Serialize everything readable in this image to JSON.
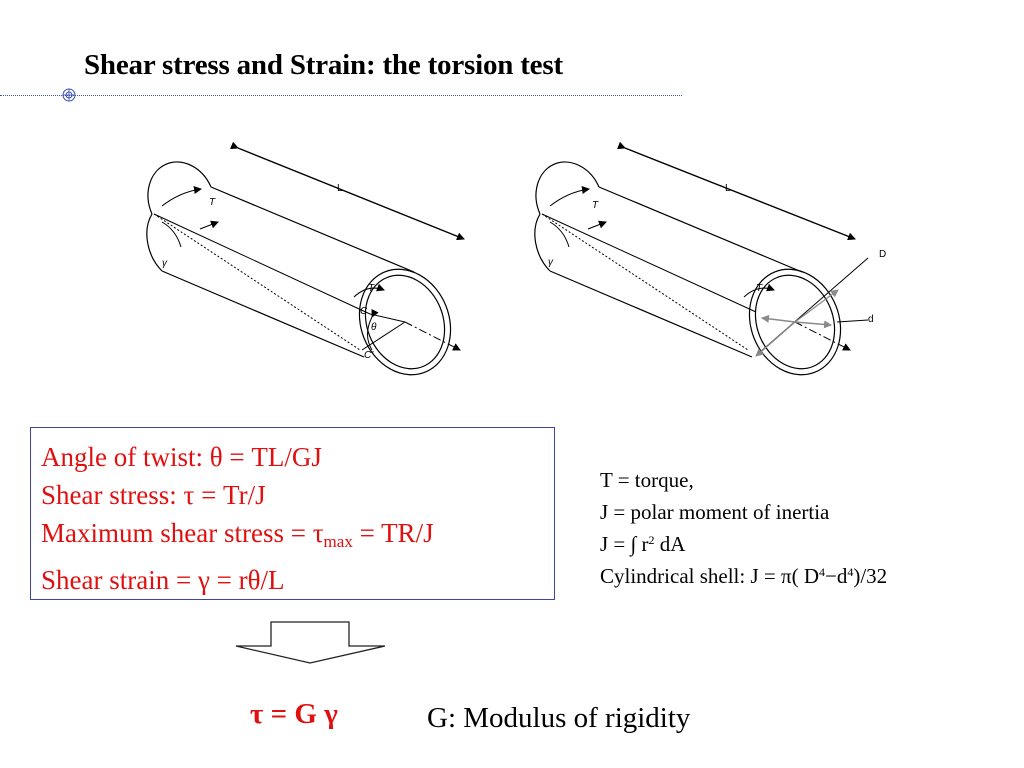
{
  "slide": {
    "title": "Shear stress and Strain: the torsion test"
  },
  "figure": {
    "left_cylinder": {
      "length_label": "L",
      "torque_top_label": "T",
      "gamma_label": "γ",
      "torque_end_label": "T",
      "c_label": "C",
      "theta_label": "θ",
      "c_prime_label": "C’"
    },
    "right_cylinder": {
      "length_label": "L",
      "torque_top_label": "T",
      "gamma_label": "γ",
      "torque_end_label": "T",
      "outer_diameter_label": "D",
      "inner_diameter_label": "d"
    }
  },
  "formulas": {
    "angle_prefix": "Angle of twist: ",
    "angle_eq": "θ = TL/GJ",
    "shear_prefix": "Shear stress: ",
    "shear_eq": "τ = Tr/J",
    "max_prefix": "Maximum shear stress = ",
    "max_tau": "τ",
    "max_sub": "max",
    "max_eq": " = TR/J",
    "strain_prefix": "Shear strain = ",
    "strain_eq": "γ = rθ/L"
  },
  "definitions": {
    "torque": "T = torque,",
    "polar": "J = polar moment of inertia",
    "integral_a": " J = ∫ r",
    "integral_exp": "2",
    "integral_b": " dA",
    "shell_a": "Cylindrical shell: J = π( D",
    "shell_exp1": "4",
    "shell_b": "−d",
    "shell_exp2": "4",
    "shell_c": ")/32"
  },
  "result": {
    "equation": "τ = G γ",
    "modulus": "G: Modulus of rigidity"
  },
  "colors": {
    "accent_red": "#e01010",
    "box_border": "#3b45a8"
  }
}
